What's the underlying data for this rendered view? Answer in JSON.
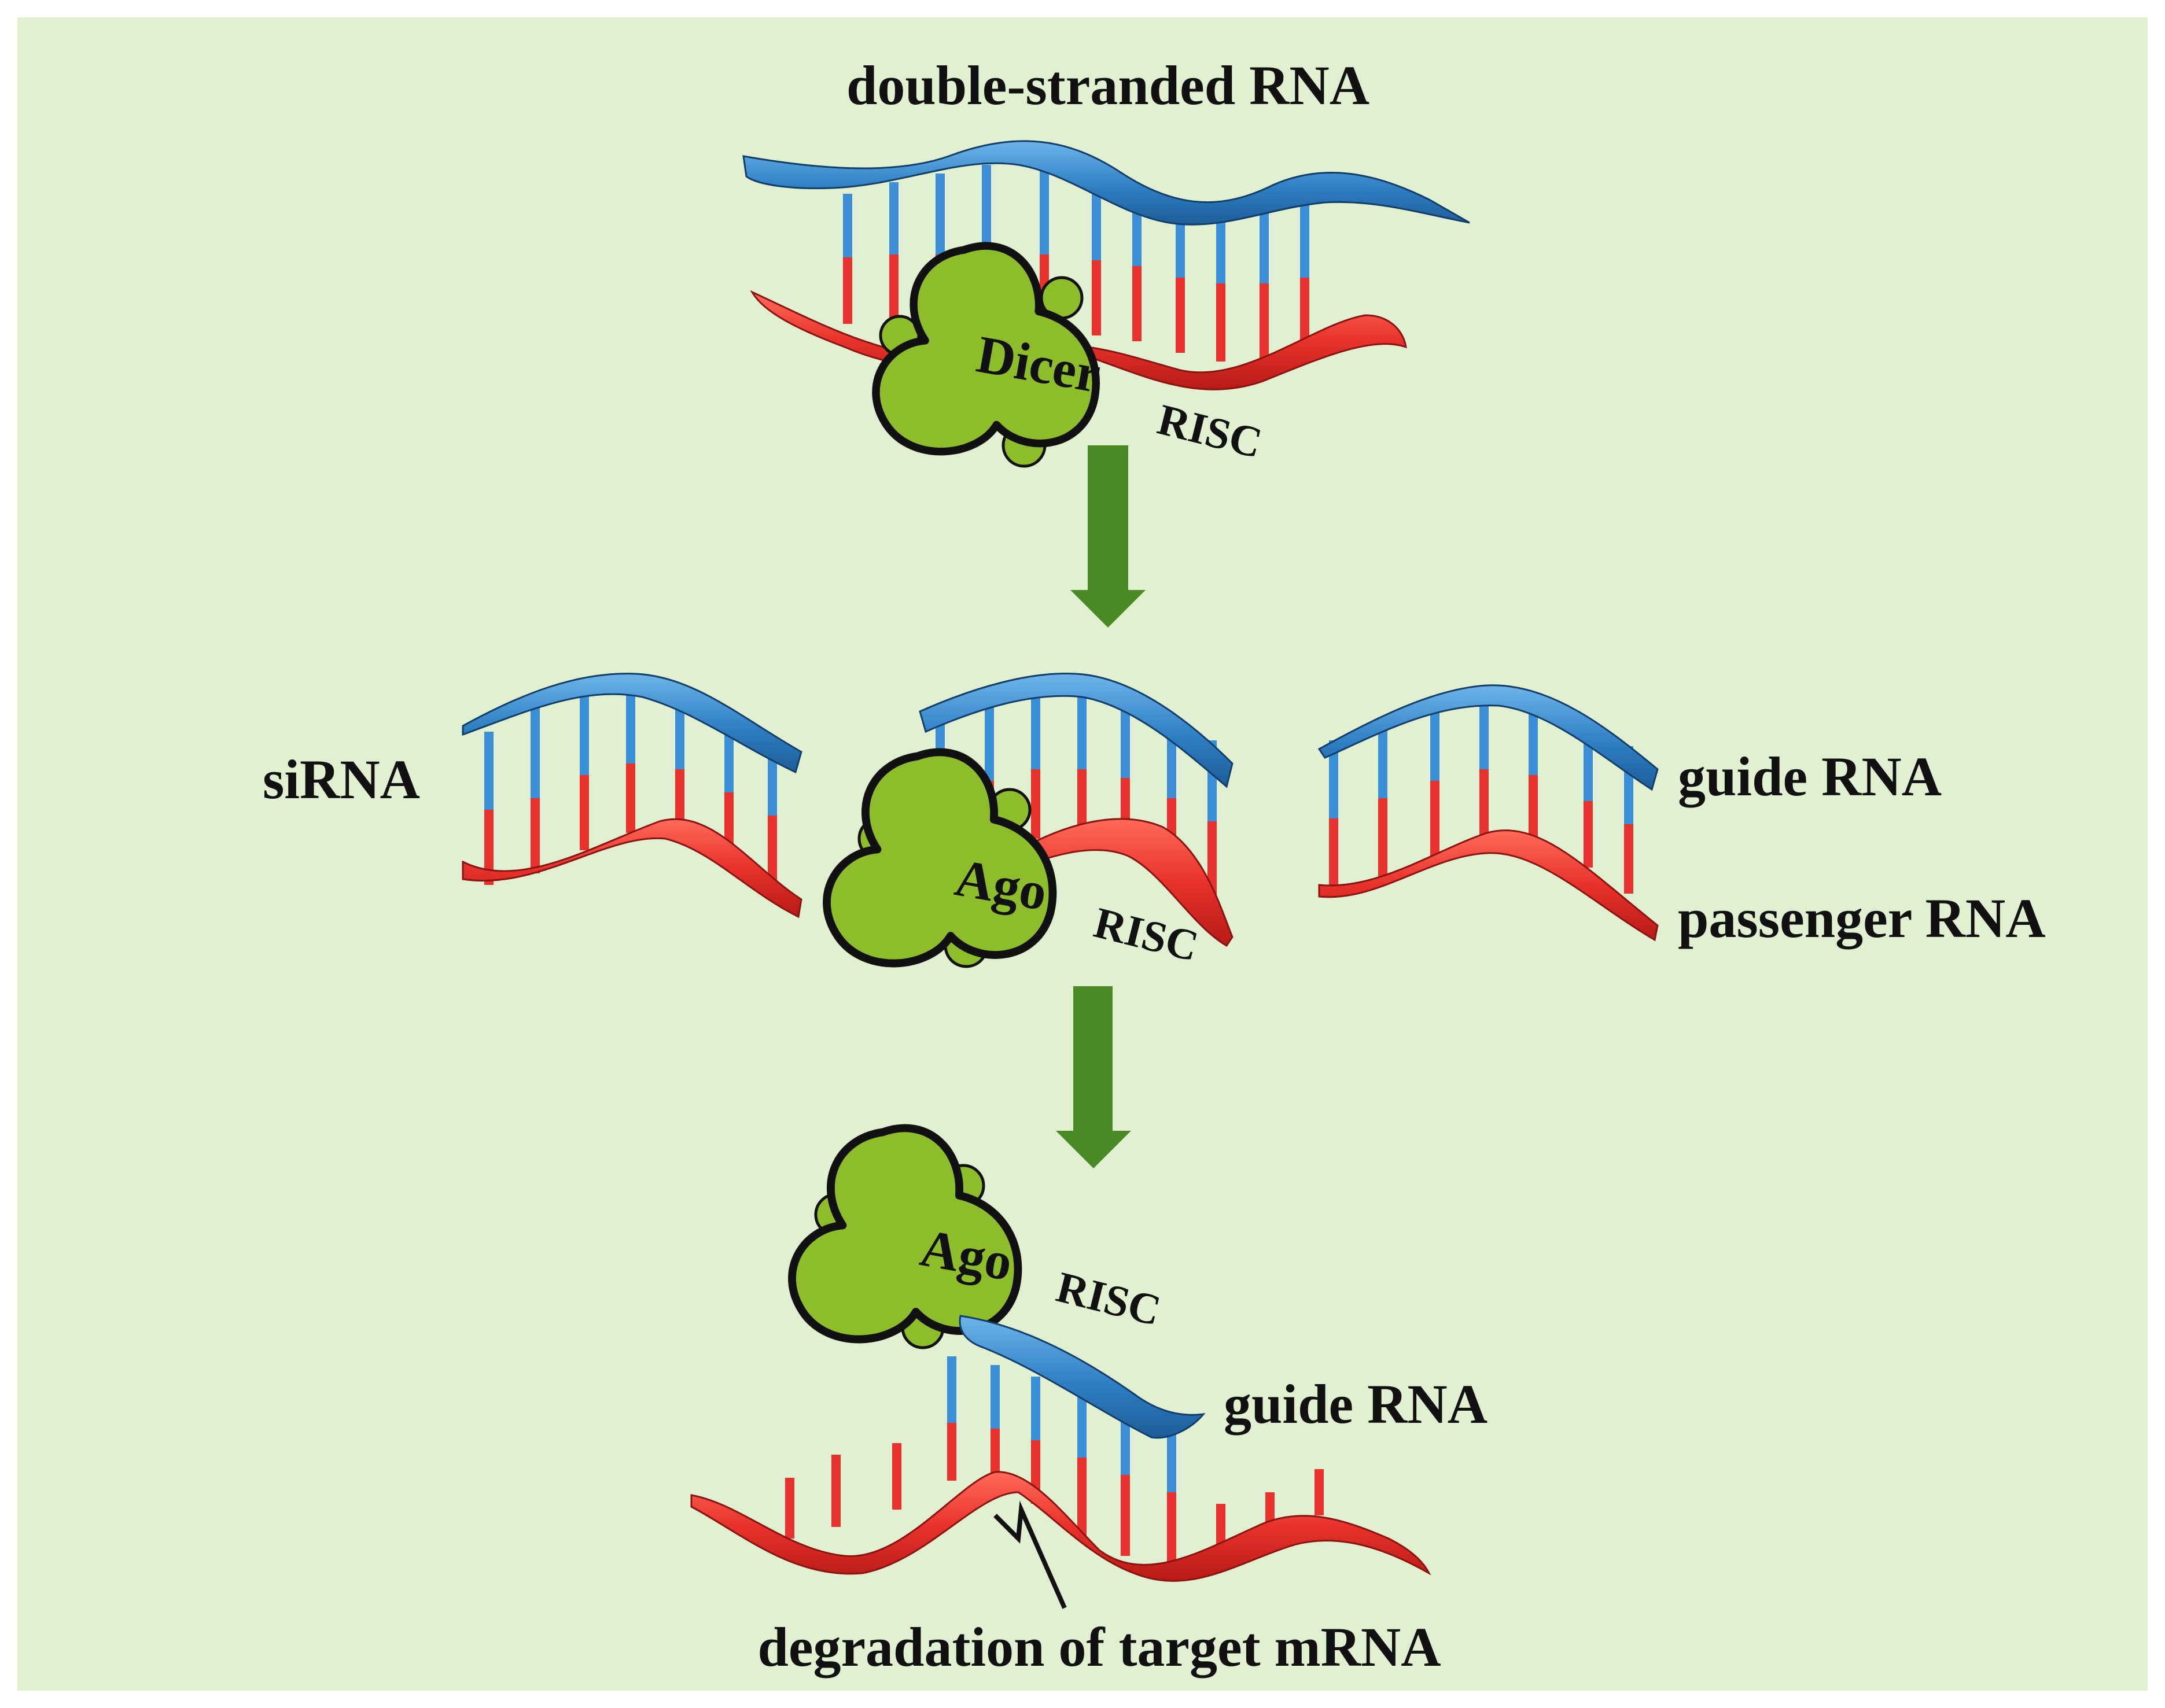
{
  "colors": {
    "background": "#e1f0d0",
    "blue_strand": "#2f7fc4",
    "blue_strand_light": "#5aa6e0",
    "red_strand": "#e8322b",
    "protein": "#8ebd2c",
    "protein_outline": "#111111",
    "arrow": "#4a8a25"
  },
  "icons": [
    "dicer-protein",
    "ago-protein",
    "rna-double-helix",
    "down-arrow",
    "cleavage-mark"
  ],
  "labels": {
    "title": "double-stranded RNA",
    "dicer": "Dicer",
    "risc": "RISC",
    "sirna": "siRNA",
    "ago": "Ago",
    "guide_rna": "guide RNA",
    "passenger_rna": "passenger RNA",
    "degradation": "degradation of target mRNA"
  }
}
